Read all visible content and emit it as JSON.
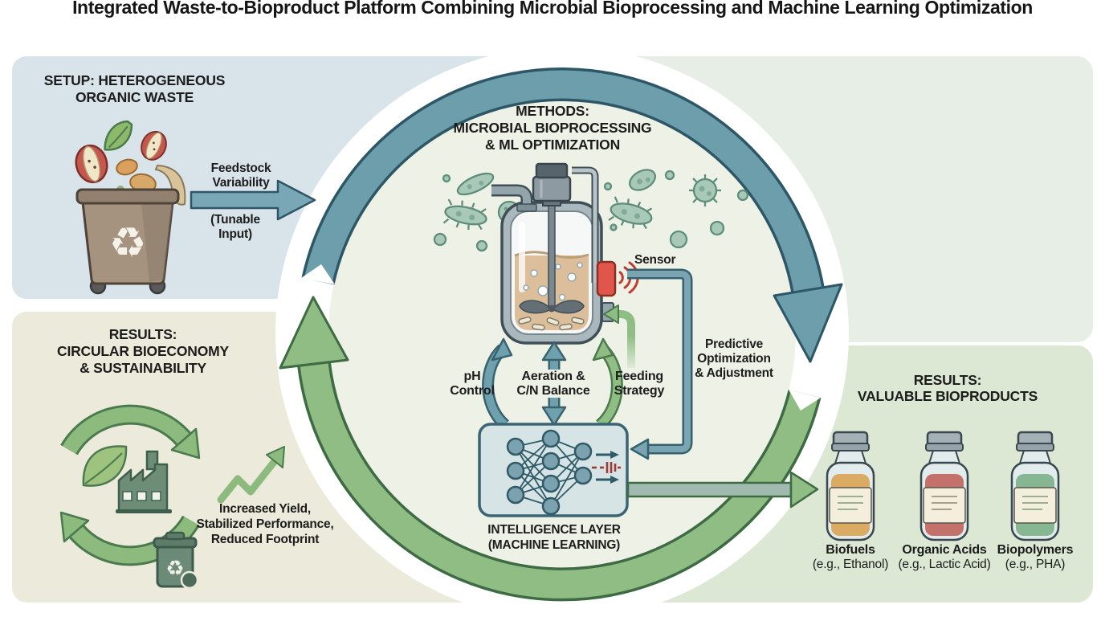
{
  "title": "Integrated Waste-to-Bioproduct Platform Combining Microbial Bioprocessing and Machine Learning Optimization",
  "setup_panel": {
    "heading": "SETUP: HETEROGENEOUS\nORGANIC WASTE",
    "arrow_label": "Feedstock\nVariability",
    "arrow_sublabel": "(Tunable\nInput)"
  },
  "methods_panel": {
    "heading": "METHODS:\nMICROBIAL BIOPROCESSING\n& ML OPTIMIZATION",
    "sensor_label": "Sensor",
    "controls": [
      "pH\nControl",
      "Aeration &\nC/N Balance",
      "Feeding\nStrategy"
    ],
    "feedback_label": "Predictive\nOptimization\n& Adjustment",
    "intelligence_label": "INTELLIGENCE LAYER\n(MACHINE LEARNING)"
  },
  "circular_panel": {
    "heading": "RESULTS:\nCIRCULAR BIOECONOMY\n& SUSTAINABILITY",
    "benefits": "Increased Yield,\nStabilized Performance,\nReduced Footprint"
  },
  "products_panel": {
    "heading": "RESULTS:\nVALUABLE BIOPRODUCTS",
    "products": [
      {
        "name": "Biofuels",
        "example": "(e.g., Ethanol)",
        "liquid_color": "#dcab63"
      },
      {
        "name": "Organic Acids",
        "example": "(e.g., Lactic Acid)",
        "liquid_color": "#c4706b"
      },
      {
        "name": "Biopolymers",
        "example": "(e.g., PHA)",
        "liquid_color": "#86b792"
      }
    ]
  },
  "icons": {
    "recycle_glyph": "♻"
  },
  "colors": {
    "flow_blue": "#6d9eac",
    "flow_blue_outline": "#2d5666",
    "flow_green": "#8fbd84",
    "flow_green_outline": "#3e6b43",
    "sensor_red": "#e0564a",
    "panel_blue": "#d8e4e9",
    "panel_mint": "#e6eee6",
    "panel_cream": "#ecebdb",
    "panel_green": "#dce7d4"
  }
}
